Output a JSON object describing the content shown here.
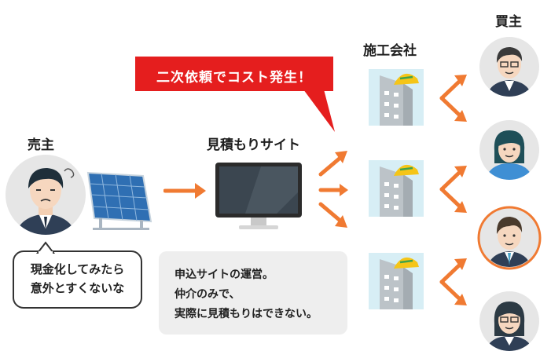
{
  "seller": {
    "label": "売主",
    "speech_line1": "現金化してみたら",
    "speech_line2": "意外とすくないな"
  },
  "site": {
    "label": "見積もりサイト"
  },
  "callout": {
    "text": "二次依頼でコスト発生！"
  },
  "contractors": {
    "label": "施工会社"
  },
  "buyers": {
    "label": "買主"
  },
  "note": {
    "line1": "申込サイトの運営。",
    "line2": "仲介のみで、",
    "line3": "実際に見積もりはできない。"
  },
  "colors": {
    "arrow": "#f07a32",
    "callout": "#e51e1e",
    "avatar_bg": "#e6e6e6",
    "building_bg": "#d7eef5",
    "helmet": "#f5c518",
    "highlight_ring": "#f07a32"
  }
}
